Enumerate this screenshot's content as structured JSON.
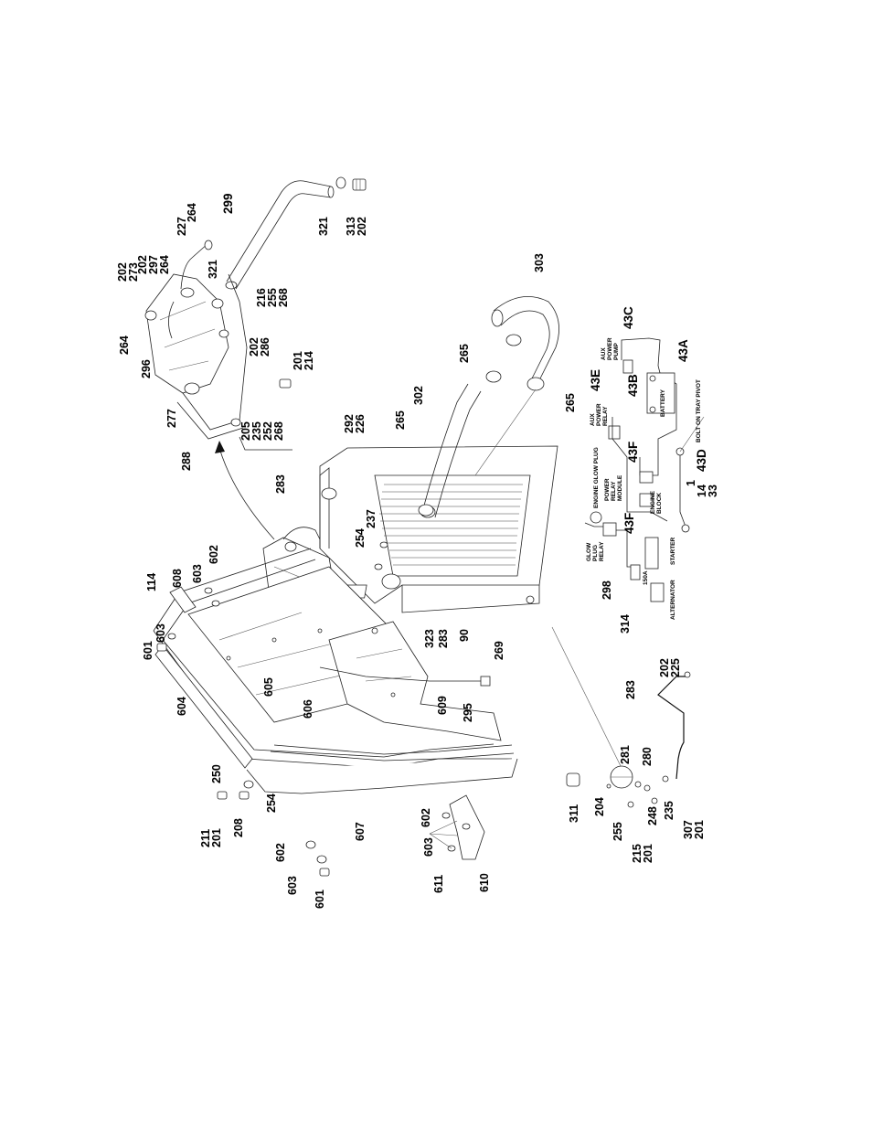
{
  "figure": {
    "callouts": [
      {
        "id": "c-299",
        "text": "299"
      },
      {
        "id": "c-321a",
        "text": "321"
      },
      {
        "id": "c-313-202",
        "lines": [
          "313",
          "202"
        ]
      },
      {
        "id": "c-264a",
        "text": "264"
      },
      {
        "id": "c-227",
        "text": "227"
      },
      {
        "id": "c-202-297-264",
        "lines": [
          "202",
          "297",
          "264"
        ]
      },
      {
        "id": "c-202-273",
        "lines": [
          "202",
          "273"
        ]
      },
      {
        "id": "c-321b",
        "text": "321"
      },
      {
        "id": "c-264b",
        "text": "264"
      },
      {
        "id": "c-296",
        "text": "296"
      },
      {
        "id": "c-216-255-268",
        "lines": [
          "216",
          "255",
          "268"
        ]
      },
      {
        "id": "c-202-286",
        "lines": [
          "202",
          "286"
        ]
      },
      {
        "id": "c-277",
        "text": "277"
      },
      {
        "id": "c-201-214",
        "lines": [
          "201",
          "214"
        ]
      },
      {
        "id": "c-205-235-252-268",
        "lines": [
          "205",
          "235",
          "252",
          "268"
        ]
      },
      {
        "id": "c-288",
        "text": "288"
      },
      {
        "id": "c-283a",
        "text": "283"
      },
      {
        "id": "c-302",
        "text": "302"
      },
      {
        "id": "c-265a",
        "text": "265"
      },
      {
        "id": "c-292-226",
        "lines": [
          "292",
          "226"
        ]
      },
      {
        "id": "c-265b",
        "text": "265"
      },
      {
        "id": "c-303",
        "text": "303"
      },
      {
        "id": "c-265c",
        "text": "265"
      },
      {
        "id": "c-114",
        "text": "114"
      },
      {
        "id": "c-608",
        "text": "608"
      },
      {
        "id": "c-603a",
        "text": "603"
      },
      {
        "id": "c-602a",
        "text": "602"
      },
      {
        "id": "c-601a",
        "text": "601"
      },
      {
        "id": "c-603b",
        "text": "603"
      },
      {
        "id": "c-254a",
        "text": "254"
      },
      {
        "id": "c-237",
        "text": "237"
      },
      {
        "id": "c-604",
        "text": "604"
      },
      {
        "id": "c-605",
        "text": "605"
      },
      {
        "id": "c-606",
        "text": "606"
      },
      {
        "id": "c-323",
        "text": "323"
      },
      {
        "id": "c-283b",
        "text": "283"
      },
      {
        "id": "c-90",
        "text": "90"
      },
      {
        "id": "c-269",
        "text": "269"
      },
      {
        "id": "c-609",
        "text": "609"
      },
      {
        "id": "c-295",
        "text": "295"
      },
      {
        "id": "c-250",
        "text": "250"
      },
      {
        "id": "c-254b",
        "text": "254"
      },
      {
        "id": "c-211-201",
        "lines": [
          "211",
          "201"
        ]
      },
      {
        "id": "c-208",
        "text": "208"
      },
      {
        "id": "c-607",
        "text": "607"
      },
      {
        "id": "c-602b",
        "text": "602"
      },
      {
        "id": "c-603c",
        "text": "603"
      },
      {
        "id": "c-601b",
        "text": "601"
      },
      {
        "id": "c-602c",
        "text": "602"
      },
      {
        "id": "c-603d",
        "text": "603"
      },
      {
        "id": "c-611",
        "text": "611"
      },
      {
        "id": "c-610",
        "text": "610"
      },
      {
        "id": "c-311",
        "text": "311"
      },
      {
        "id": "c-204",
        "text": "204"
      },
      {
        "id": "c-281",
        "text": "281"
      },
      {
        "id": "c-280",
        "text": "280"
      },
      {
        "id": "c-255-215-201",
        "lines": [
          "255",
          "215",
          "201"
        ]
      },
      {
        "id": "c-248",
        "text": "248"
      },
      {
        "id": "c-235",
        "text": "235"
      },
      {
        "id": "c-307-201",
        "lines": [
          "307",
          "201"
        ]
      },
      {
        "id": "c-283c",
        "text": "283"
      },
      {
        "id": "c-202-225",
        "lines": [
          "202",
          "225"
        ]
      },
      {
        "id": "c-43C",
        "text": "43C"
      },
      {
        "id": "c-43E",
        "text": "43E"
      },
      {
        "id": "c-43B",
        "text": "43B"
      },
      {
        "id": "c-43A",
        "text": "43A"
      },
      {
        "id": "c-43F-a",
        "text": "43F"
      },
      {
        "id": "c-43F-b",
        "text": "43F"
      },
      {
        "id": "c-43D",
        "text": "43D"
      },
      {
        "id": "c-14-33",
        "lines": [
          "14",
          "33"
        ]
      },
      {
        "id": "c-1",
        "text": "1"
      },
      {
        "id": "c-298",
        "text": "298"
      },
      {
        "id": "c-314",
        "text": "314"
      }
    ],
    "schematic_labels": {
      "aux_power_pump": [
        "AUX",
        "POWER",
        "PUMP"
      ],
      "battery": "BATTERY",
      "bolt_on_tray_pivot": "BOLT ON TRAY PIVOT",
      "aux_power_relay": [
        "AUX",
        "POWER",
        "RELAY"
      ],
      "engine_glow_plug": "ENGINE GLOW PLUG",
      "power_relay_module": [
        "POWER",
        "RELAY",
        "MODULE"
      ],
      "engine_block": [
        "ENGINE",
        "BLOCK"
      ],
      "glow_plug_relay": [
        "GLOW",
        "PLUG",
        "RELAY"
      ],
      "starter": "STARTER",
      "fuse_150a": "150A",
      "alternator": "ALTERNATOR"
    }
  }
}
